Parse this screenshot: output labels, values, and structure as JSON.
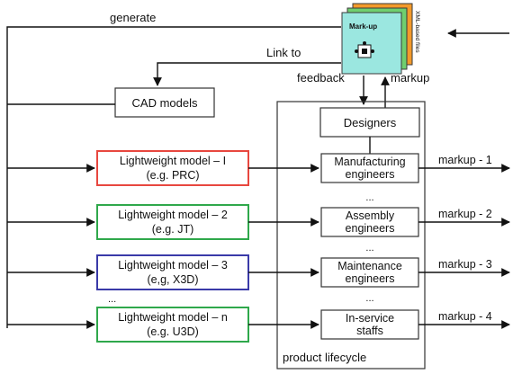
{
  "labels": {
    "generate": "generate",
    "link_to": "Link to",
    "feedback": "feedback",
    "markup": "markup",
    "cad_models": "CAD models",
    "designers": "Designers",
    "lifecycle": "product lifecycle",
    "stack_front": "Mark-up",
    "stack_side": "XML-based files",
    "dots_between_roles": "...",
    "dots_between_models": "...",
    "dots_top": "..."
  },
  "models": [
    {
      "line1": "Lightweight model – I",
      "line2": "(e.g. PRC)",
      "color": "#e8473f"
    },
    {
      "line1": "Lightweight model – 2",
      "line2": "(e.g. JT)",
      "color": "#2fa84b"
    },
    {
      "line1": "Lightweight model – 3",
      "line2": "(e,g, X3D)",
      "color": "#3a3aa8"
    },
    {
      "line1": "Lightweight model – n",
      "line2": "(e.g. U3D)",
      "color": "#2fa84b"
    }
  ],
  "roles": [
    {
      "line1": "Manufacturing",
      "line2": "engineers"
    },
    {
      "line1": "Assembly",
      "line2": "engineers"
    },
    {
      "line1": "Maintenance",
      "line2": "engineers"
    },
    {
      "line1": "In-service",
      "line2": "staffs"
    }
  ],
  "markups": [
    "markup - 1",
    "markup - 2",
    "markup - 3",
    "markup - 4"
  ],
  "colors": {
    "stack_orange": "#f39a2b",
    "stack_green": "#6fcf6f",
    "stack_teal": "#9be7e0",
    "stack_border": "#3a3a3a"
  }
}
